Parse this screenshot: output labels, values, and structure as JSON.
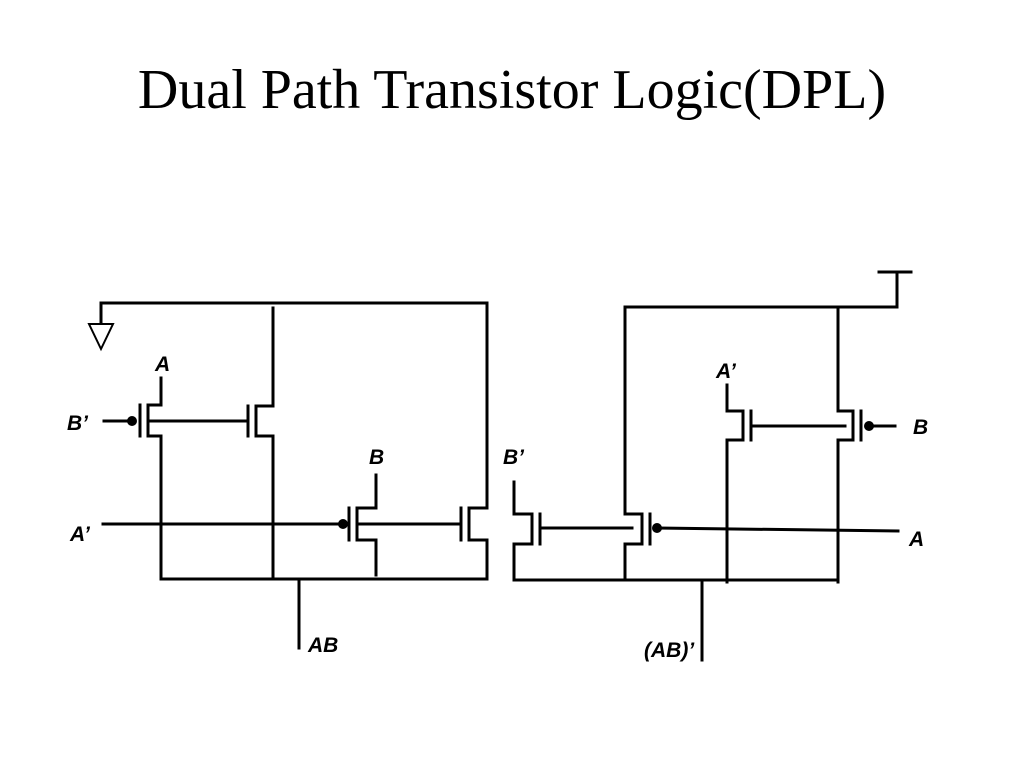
{
  "title": "Dual Path Transistor Logic(DPL)",
  "diagram": {
    "and_gate": {
      "labels": {
        "a_top": "A",
        "b_prime_input": "B’",
        "b_top": "B",
        "a_prime_input": "A’",
        "output": "AB"
      },
      "ground_icon": "ground-triangle"
    },
    "nand_gate": {
      "labels": {
        "b_prime_top": "B’",
        "a_prime_top": "A’",
        "b_input": "B",
        "a_input": "A",
        "output": "(AB)’"
      },
      "supply_icon": "vdd-tee"
    }
  }
}
